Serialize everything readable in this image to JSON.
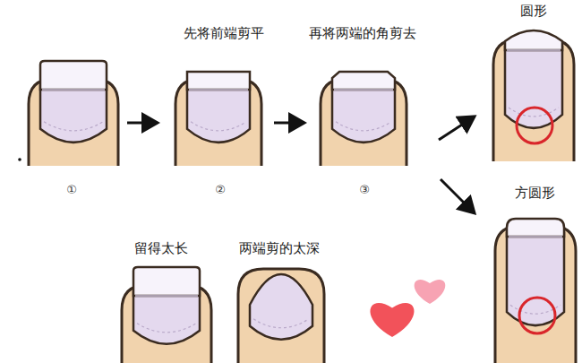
{
  "diagram": {
    "labels": [
      "先将前端剪平",
      "再将两端的角剪去",
      "圆形",
      "①",
      "②",
      "③",
      "方圆形",
      "留得太长",
      "两端剪的太深"
    ]
  }
}
